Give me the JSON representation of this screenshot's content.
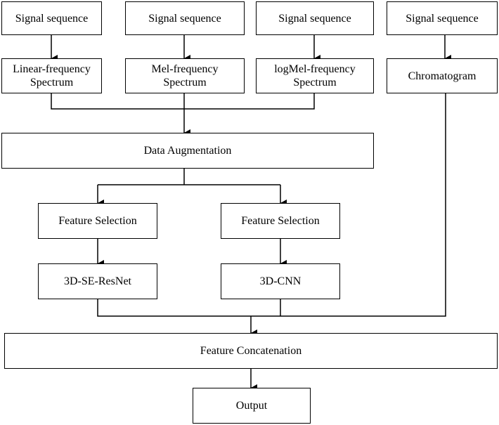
{
  "nodes": {
    "signal_1": "Signal sequence",
    "signal_2": "Signal sequence",
    "signal_3": "Signal sequence",
    "signal_4": "Signal sequence",
    "linear_spectrum": "Linear-frequency\nSpectrum",
    "mel_spectrum": "Mel-frequency\nSpectrum",
    "logmel_spectrum": "logMel-frequency\nSpectrum",
    "chromatogram": "Chromatogram",
    "data_augmentation": "Data Augmentation",
    "feature_selection_1": "Feature Selection",
    "feature_selection_2": "Feature Selection",
    "se_resnet": "3D-SE-ResNet",
    "cnn_3d": "3D-CNN",
    "feature_concatenation": "Feature Concatenation",
    "output": "Output"
  }
}
